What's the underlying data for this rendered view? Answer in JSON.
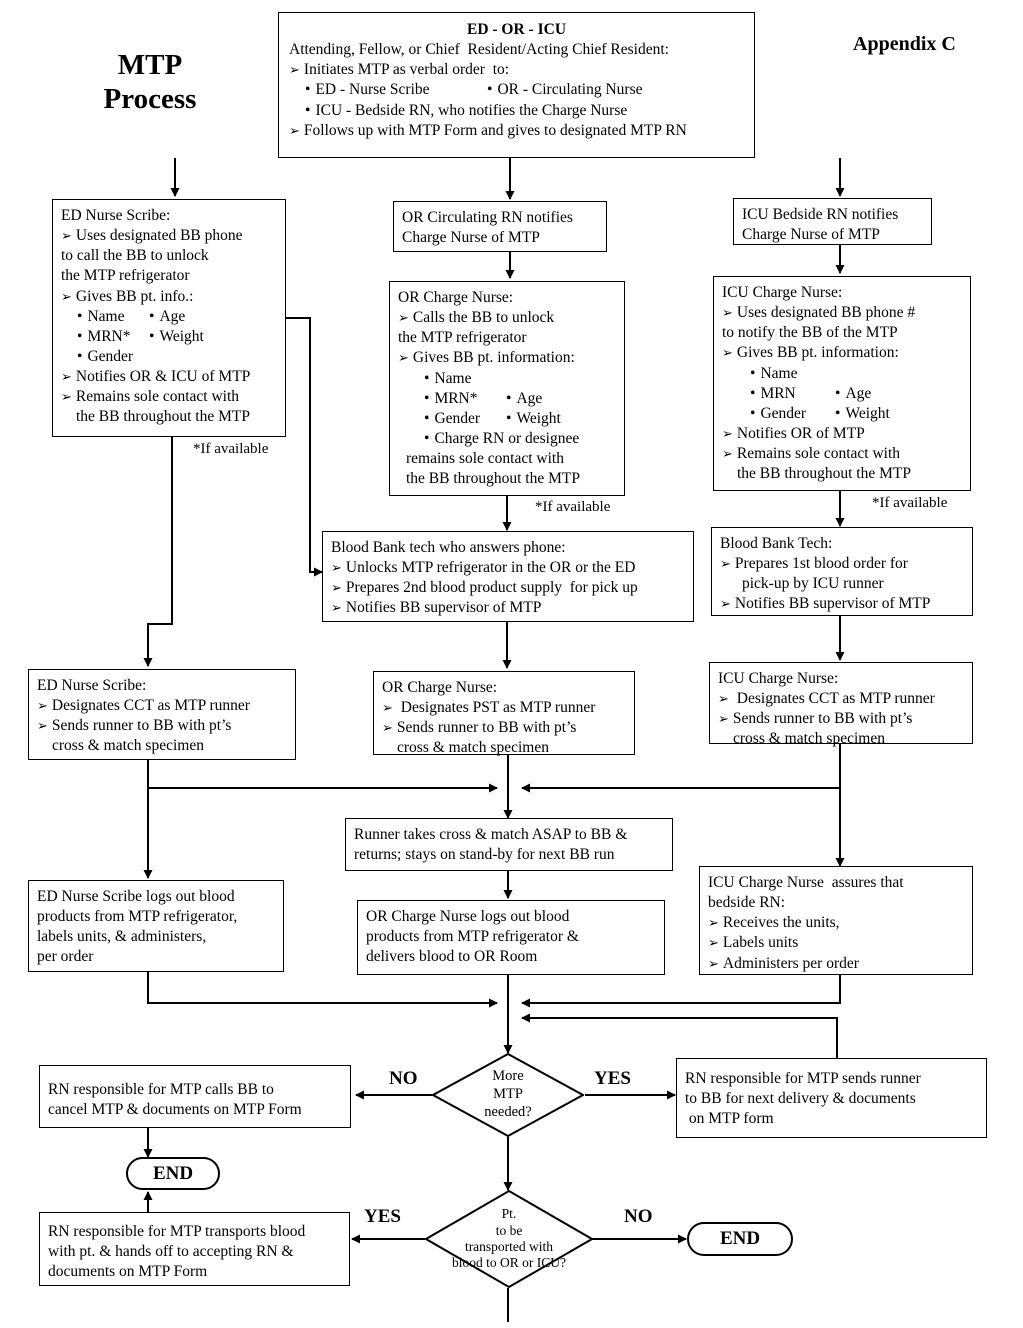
{
  "page": {
    "title_line1": "MTP",
    "title_line2": "Process",
    "appendix": "Appendix C"
  },
  "notes": {
    "if_available": "*If available"
  },
  "labels": {
    "yes": "YES",
    "no": "NO",
    "end": "END"
  },
  "top_box": {
    "heading": "ED - OR - ICU",
    "line1": "Attending, Fellow, or Chief  Resident/Acting Chief Resident:",
    "line2": "Initiates MTP as verbal order  to:",
    "bullet1": "ED - Nurse Scribe",
    "bullet2": "OR - Circulating Nurse",
    "bullet3": "ICU - Bedside RN, who notifies the Charge Nurse",
    "line3": "Follows up with MTP Form and gives to designated MTP RN"
  },
  "ed_scribe": {
    "heading": "ED Nurse Scribe:",
    "a1_l1": "Uses designated BB phone",
    "a1_l2": "to call the BB to unlock",
    "a1_l3": "the MTP refrigerator",
    "a2": "Gives BB pt. info.:",
    "b_name": "Name",
    "b_age": "Age",
    "b_mrn": "MRN*",
    "b_weight": "Weight",
    "b_gender": "Gender",
    "a3": "Notifies OR & ICU of MTP",
    "a4_l1": "Remains sole contact with",
    "a4_l2": "the BB throughout the MTP"
  },
  "or_circ": {
    "l1": "OR Circulating RN notifies",
    "l2": "Charge Nurse of MTP"
  },
  "icu_bedside": {
    "l1": "ICU Bedside RN notifies",
    "l2": "Charge Nurse of MTP"
  },
  "or_charge": {
    "heading": "OR Charge Nurse:",
    "a1_l1": "Calls the BB to unlock",
    "a1_l2": "the MTP refrigerator",
    "a2": "Gives BB pt. information:",
    "b_name": "Name",
    "b_mrn": "MRN*",
    "b_age": "Age",
    "b_gender": "Gender",
    "b_weight": "Weight",
    "b_charge": "Charge RN or designee",
    "c_l1": "remains sole contact with",
    "c_l2": "the BB throughout the MTP"
  },
  "icu_charge": {
    "heading": "ICU Charge Nurse:",
    "a1_l1": "Uses designated BB phone #",
    "a1_l2": "to notify the BB of the MTP",
    "a2": "Gives BB pt. information:",
    "b_name": "Name",
    "b_mrn": "MRN",
    "b_age": "Age",
    "b_gender": "Gender",
    "b_weight": "Weight",
    "a3": "Notifies OR of MTP",
    "a4_l1": "Remains sole contact with",
    "a4_l2": "the BB throughout the MTP"
  },
  "bb_tech_phone": {
    "heading": "Blood Bank tech who answers phone:",
    "a1": "Unlocks MTP refrigerator in the OR or the ED",
    "a2": "Prepares 2nd blood product supply  for pick up",
    "a3": "Notifies BB supervisor of MTP"
  },
  "bb_tech_icu": {
    "heading": "Blood Bank Tech:",
    "a1_l1": "Prepares 1st blood order for",
    "a1_l2": "pick-up by ICU runner",
    "a2": "Notifies BB supervisor of MTP"
  },
  "ed_runner": {
    "heading": "ED Nurse Scribe:",
    "a1": "Designates CCT as MTP runner",
    "a2_l1": "Sends runner to BB with pt’s",
    "a2_l2": "cross & match specimen"
  },
  "or_runner": {
    "heading": "OR Charge Nurse:",
    "a1": " Designates PST as MTP runner",
    "a2_l1": "Sends runner to BB with pt’s",
    "a2_l2": "cross & match specimen"
  },
  "icu_runner": {
    "heading": "ICU Charge Nurse:",
    "a1": " Designates CCT as MTP runner",
    "a2_l1": "Sends runner to BB with pt’s",
    "a2_l2": "cross & match specimen"
  },
  "runner_cross": {
    "l1": "Runner takes cross & match ASAP to BB &",
    "l2": "returns; stays on stand-by for next BB run"
  },
  "ed_logs": {
    "l1": "ED Nurse Scribe logs out blood",
    "l2": "products from MTP refrigerator,",
    "l3": "labels units, & administers,",
    "l4": "per order"
  },
  "or_logs": {
    "l1": "OR Charge Nurse logs out blood",
    "l2": "products from MTP refrigerator &",
    "l3": "delivers blood to OR Room"
  },
  "icu_assures": {
    "l1": "ICU Charge Nurse  assures that",
    "l2": "bedside RN:",
    "a1": "Receives the units,",
    "a2": "Labels units",
    "a3": "Administers per order"
  },
  "decision_more": {
    "l1": "More",
    "l2": "MTP",
    "l3": "needed?"
  },
  "decision_transport": {
    "l1": "Pt.",
    "l2": "to be",
    "l3": "transported with",
    "l4": "blood to OR or ICU?"
  },
  "cancel_box": {
    "l1": "RN responsible for MTP calls BB to",
    "l2": "cancel MTP & documents on MTP Form"
  },
  "next_delivery_box": {
    "l1": "RN responsible for MTP sends runner",
    "l2": "to BB for next delivery & documents",
    "l3": " on MTP form"
  },
  "transport_box": {
    "l1": "RN responsible for MTP transports blood",
    "l2": "with pt. & hands off to accepting RN &",
    "l3": "documents on MTP Form"
  },
  "chart_data": {
    "type": "table",
    "title": "MTP Process - Appendix C flowchart"
  }
}
